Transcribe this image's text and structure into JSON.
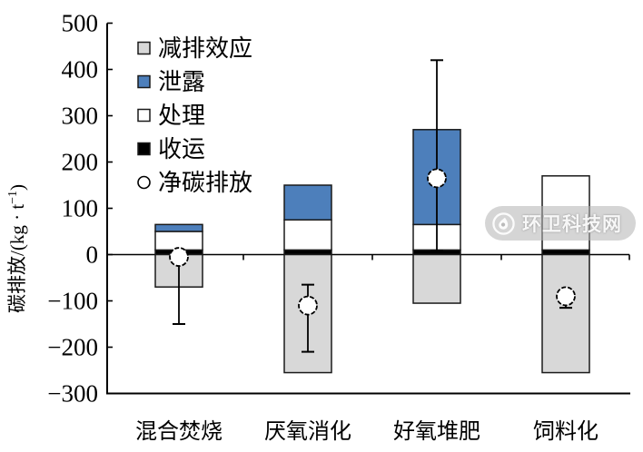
{
  "watermark": {
    "text": "环卫科技网",
    "logo": "water-drop-circle-logo-icon"
  },
  "colors": {
    "axis": "#000000",
    "bar_border": "#1a1a1a",
    "blue": "#4d7fbb",
    "gray": "#d8d8d8",
    "white": "#ffffff",
    "black": "#000000"
  },
  "chart_data": {
    "type": "bar",
    "stacked": true,
    "title": "",
    "xlabel": "",
    "ylabel": "碳排放/(kg·t⁻¹)",
    "ylabel_parts": {
      "main": "碳排放/(kg · t",
      "sup": "−1",
      "close": ")"
    },
    "ylim": [
      -300,
      500
    ],
    "ytick_labels": [
      "500",
      "400",
      "300",
      "200",
      "100",
      "0",
      "−100",
      "−200",
      "−300"
    ],
    "ytick_values": [
      500,
      400,
      300,
      200,
      100,
      0,
      -100,
      -200,
      -300
    ],
    "grid": false,
    "categories": [
      "混合焚烧",
      "厌氧消化",
      "好氧堆肥",
      "饲料化"
    ],
    "series": [
      {
        "name": "收运",
        "color": "#000000",
        "values": [
          10,
          10,
          10,
          10
        ]
      },
      {
        "name": "处理",
        "color": "#ffffff",
        "values": [
          40,
          65,
          55,
          160
        ]
      },
      {
        "name": "泄露",
        "color": "#4d7fbb",
        "values": [
          15,
          75,
          205,
          0
        ]
      },
      {
        "name": "减排效应",
        "color": "#d8d8d8",
        "values": [
          -70,
          -255,
          -105,
          -255
        ]
      }
    ],
    "net_series": {
      "name": "净碳排放",
      "marker": "open-circle",
      "values": [
        -5,
        -110,
        165,
        -90
      ]
    },
    "error_high": [
      null,
      -65,
      420,
      null
    ],
    "error_low": [
      -150,
      -210,
      8,
      -115
    ],
    "legend_position": "top-left-inside",
    "legend": [
      {
        "label": "减排效应",
        "swatch": "square",
        "fill": "#d8d8d8"
      },
      {
        "label": "泄露",
        "swatch": "square",
        "fill": "#4d7fbb"
      },
      {
        "label": "处理",
        "swatch": "square",
        "fill": "#ffffff"
      },
      {
        "label": "收运",
        "swatch": "square",
        "fill": "#000000"
      },
      {
        "label": "净碳排放",
        "swatch": "circle",
        "fill": "#ffffff"
      }
    ]
  }
}
